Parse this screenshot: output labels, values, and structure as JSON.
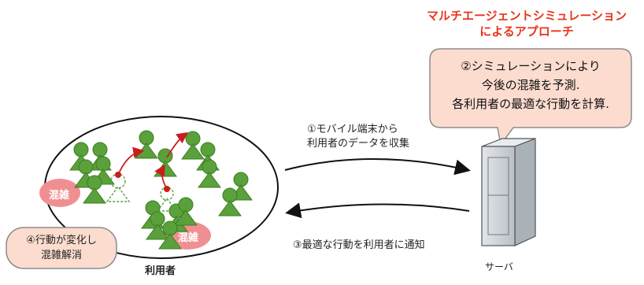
{
  "title": {
    "line1": "マルチエージェントシミュレーション",
    "line2": "によるアプローチ"
  },
  "bubble": {
    "line1": "②シミュレーションにより",
    "line2": "今後の混雑を予測.",
    "line3": "各利用者の最適な行動を計算."
  },
  "steps": {
    "step1_line1": "①モバイル端末から",
    "step1_line2": "利用者のデータを収集",
    "step3": "③最適な行動を利用者に通知",
    "step4_line1": "④行動が変化し",
    "step4_line2": "混雑解消"
  },
  "labels": {
    "users": "利用者",
    "server": "サーバ",
    "crowd": "混雑"
  },
  "colors": {
    "title": "#e8341c",
    "bubble_fill": "#fbdccf",
    "bubble_stroke": "#8c8c8c",
    "person": "#5aa13c",
    "person_outline": "#3c7d22",
    "crowd_blob": "#f08f91",
    "arrow_red": "#cc1d1d",
    "server_body": "#cfd4da"
  }
}
